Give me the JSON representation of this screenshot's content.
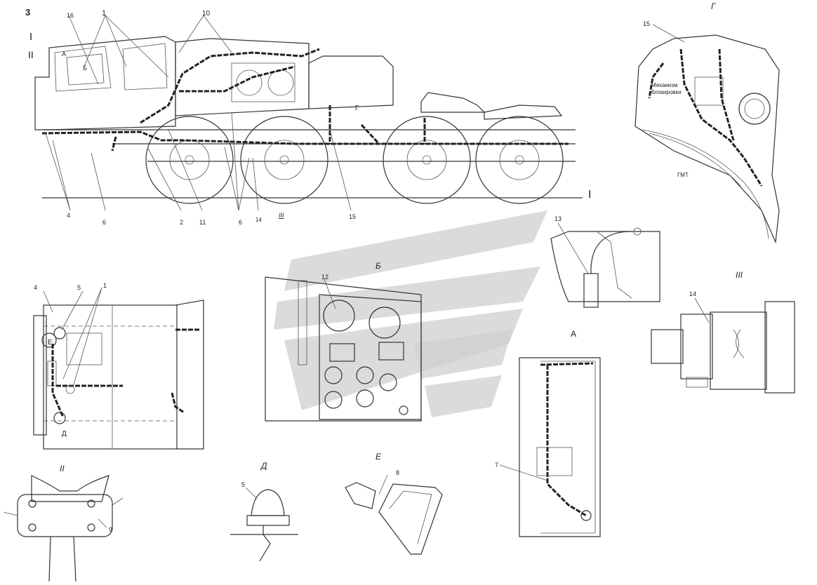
{
  "views": {
    "b": "Б",
    "g": "Г",
    "a": "А",
    "iii": "III",
    "d": "Д",
    "e": "Е",
    "ii": "II"
  },
  "side_labels": {
    "sec_i_top": "I",
    "sec_ii": "II",
    "sec_i_right": "I",
    "view_a_on_cab": "А",
    "view_b_on_cab": "Б",
    "view_g_on_frame": "Г",
    "view_iii_bottom": "III",
    "top_d": "Д",
    "top_e": "Е"
  },
  "g_detail": {
    "line1": "Механизм",
    "line2": "блокировки",
    "gmt": "ГМТ"
  },
  "callouts": [
    "1",
    "2",
    "3",
    "4",
    "5",
    "6",
    "7",
    "8",
    "9",
    "10",
    "11",
    "12",
    "13",
    "14",
    "15",
    "16"
  ],
  "colors": {
    "line": "#333333",
    "watermark": "#cfcfcf",
    "background": "#ffffff"
  }
}
